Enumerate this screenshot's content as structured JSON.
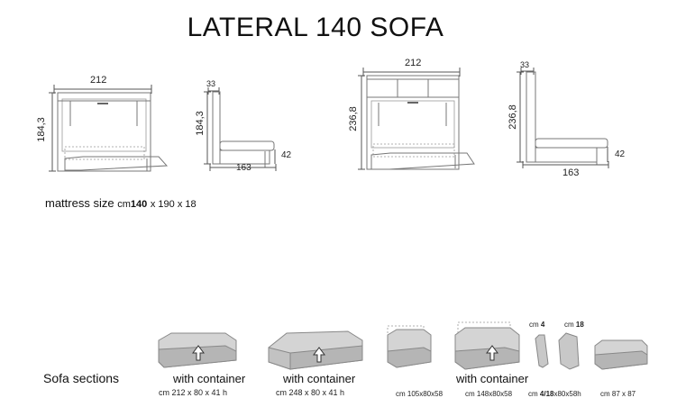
{
  "title": "LATERAL 140 SOFA",
  "units_1": {
    "width": "212",
    "height": "184,3",
    "side_height": "184,3",
    "depth_top": "33",
    "depth": "163",
    "seat_height": "42"
  },
  "units_2": {
    "width": "212",
    "height": "236,8",
    "side_height": "236,8",
    "depth_top": "33",
    "depth": "163",
    "seat_height": "42"
  },
  "mattress": {
    "label": "mattress size",
    "prefix": "cm",
    "bold": "140",
    "rest": "x 190 x 18"
  },
  "sofa_sections": {
    "label": "Sofa sections",
    "items": [
      {
        "caption": "with container",
        "size": "cm 212 x 80 x 41 h"
      },
      {
        "caption": "with container",
        "size": "cm 248 x 80 x 41 h"
      },
      {
        "caption": "",
        "size": "cm 105x80x58"
      },
      {
        "caption": "with container",
        "size": "cm 148x80x58"
      }
    ],
    "panel_label_a_prefix": "cm",
    "panel_label_a_bold": "4",
    "panel_label_b_prefix": "cm",
    "panel_label_b_bold": "18",
    "panel_size_prefix": "cm",
    "panel_size_bold": "4/18",
    "panel_size_rest": "x80x58h",
    "pouf_size": "cm 87 x 87"
  }
}
